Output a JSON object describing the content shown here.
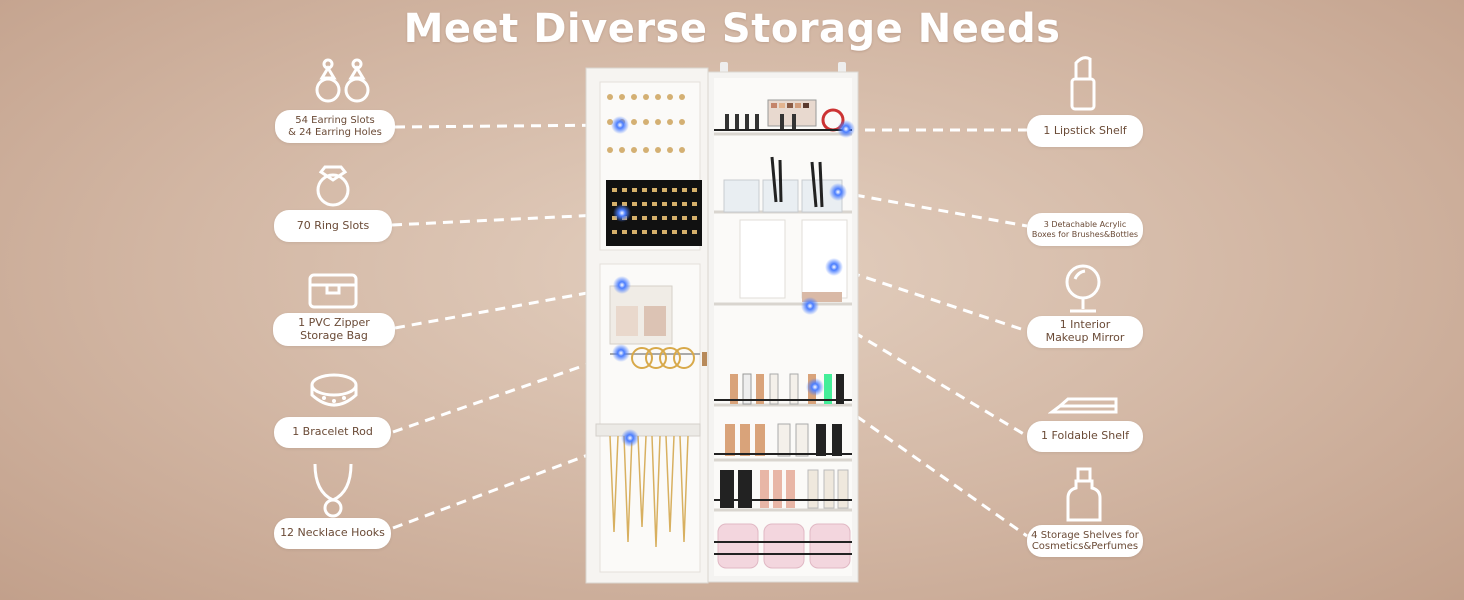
{
  "title": "Meet Diverse Storage Needs",
  "left_features": [
    {
      "label": "54 Earring Slots\n& 24 Earring Holes",
      "icon": "earring-icon"
    },
    {
      "label": "70 Ring Slots",
      "icon": "ring-icon"
    },
    {
      "label": "1 PVC Zipper\nStorage Bag",
      "icon": "bag-icon"
    },
    {
      "label": "1 Bracelet Rod",
      "icon": "bracelet-icon"
    },
    {
      "label": "12 Necklace Hooks",
      "icon": "necklace-icon"
    }
  ],
  "right_features": [
    {
      "label": "1 Lipstick Shelf",
      "icon": "lipstick-icon"
    },
    {
      "label": "3  Detachable Acrylic\nBoxes for Brushes&Bottles",
      "icon": ""
    },
    {
      "label": "1 Interior\nMakeup Mirror",
      "icon": "mirror-icon"
    },
    {
      "label": "1 Foldable Shelf",
      "icon": "shelf-icon"
    },
    {
      "label": "4 Storage Shelves for\nCosmetics&Perfumes",
      "icon": "perfume-bottle-icon"
    }
  ],
  "colors": {
    "accent_line": "#ffffff",
    "pill_text": "#6a4a36",
    "marker": "#3b6cff",
    "icon_stroke": "#ffffff"
  }
}
